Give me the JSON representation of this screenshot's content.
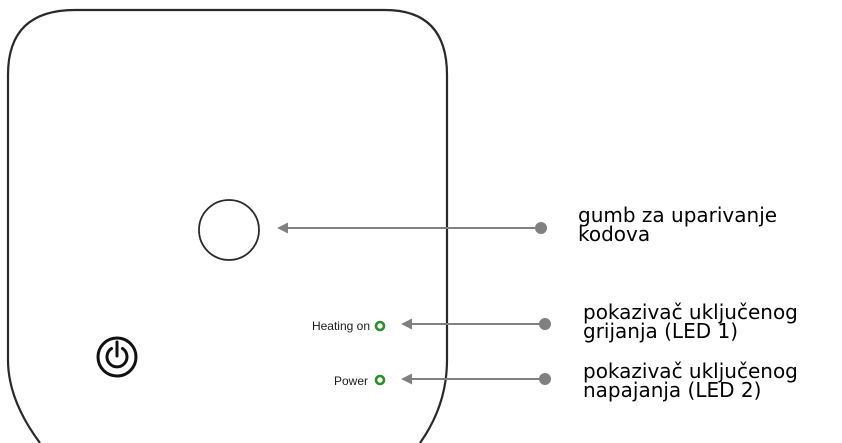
{
  "device": {
    "heating_label": "Heating on",
    "power_label": "Power",
    "power_button_icon": "power-icon",
    "led_color": "#2e8b2e",
    "arrow_color": "#808080"
  },
  "callouts": {
    "pairing_button": {
      "line1": "gumb za uparivanje",
      "line2": "kodova"
    },
    "led1": {
      "line1": "pokazivač uključenog",
      "line2": "grijanja (LED 1)"
    },
    "led2": {
      "line1": "pokazivač uključenog",
      "line2": "napajanja (LED 2)"
    }
  }
}
